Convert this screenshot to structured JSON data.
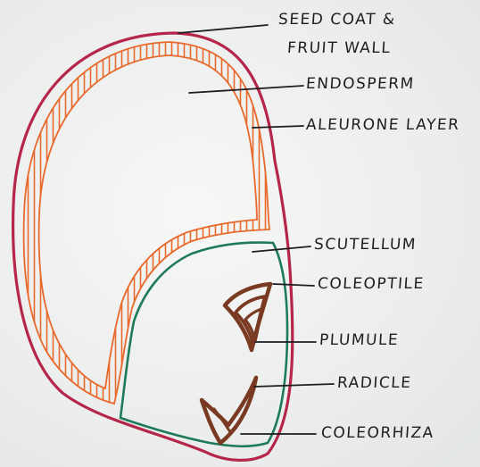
{
  "labels": {
    "seed_coat_line1": "SEED COAT &",
    "seed_coat_line2": "FRUIT WALL",
    "endosperm": "ENDOSPERM",
    "aleurone": "ALEURONE LAYER",
    "scutellum": "SCUTELLUM",
    "coleoptile": "COLEOPTILE",
    "plumule": "PLUMULE",
    "radicle": "RADICLE",
    "coleorhiza": "COLEORHIZA"
  },
  "colors": {
    "seed_coat": "#b5264a",
    "aleurone": "#e8692c",
    "embryo_outline": "#1f7a5a",
    "embryo_parts": "#7a3a22",
    "ink": "#1d1d22"
  }
}
